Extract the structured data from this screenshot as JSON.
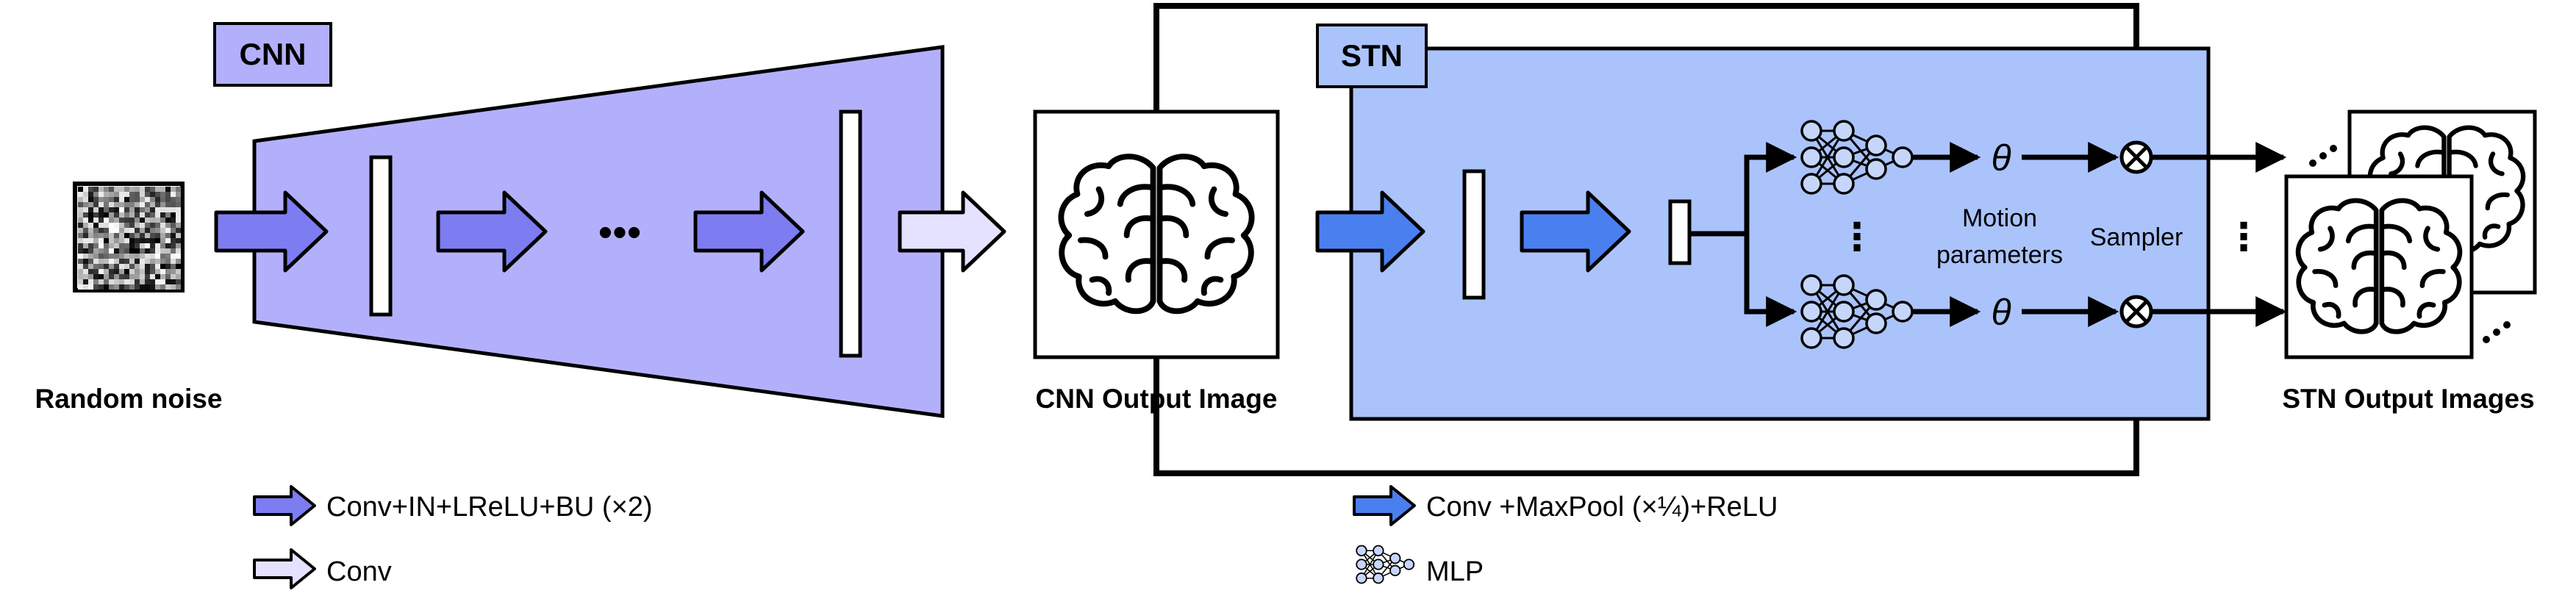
{
  "labels": {
    "cnn_tag": "CNN",
    "stn_tag": "STN",
    "random_noise": "Random noise",
    "cnn_output_image": "CNN Output Image",
    "stn_output_images": "STN Output Images",
    "motion_line1": "Motion",
    "motion_line2": "parameters",
    "sampler": "Sampler",
    "theta_top": "θ",
    "theta_bottom": "θ",
    "ellipsis_cnn": "•••",
    "ellipsis_mlp": "⋮",
    "ellipsis_out": "⋮"
  },
  "legend": {
    "conv_in_lrelu_bu": "Conv+IN+LReLU+BU (×2)",
    "conv": "Conv",
    "conv_maxpool_relu": "Conv +MaxPool (×¼)+ReLU",
    "mlp": "MLP"
  },
  "colors": {
    "cnn_fill": "#b3b0fb",
    "cnn_arrow": "#7d7cf0",
    "conv_arrow": "#e4e2ff",
    "stn_fill": "#abc3fb",
    "stn_arrow": "#4a7ff0",
    "mlp_node": "#c6d6fb",
    "stroke": "#000000"
  },
  "icons": {
    "brain": "brain-icon",
    "multiply": "otimes-icon",
    "noise": "noise-image"
  }
}
